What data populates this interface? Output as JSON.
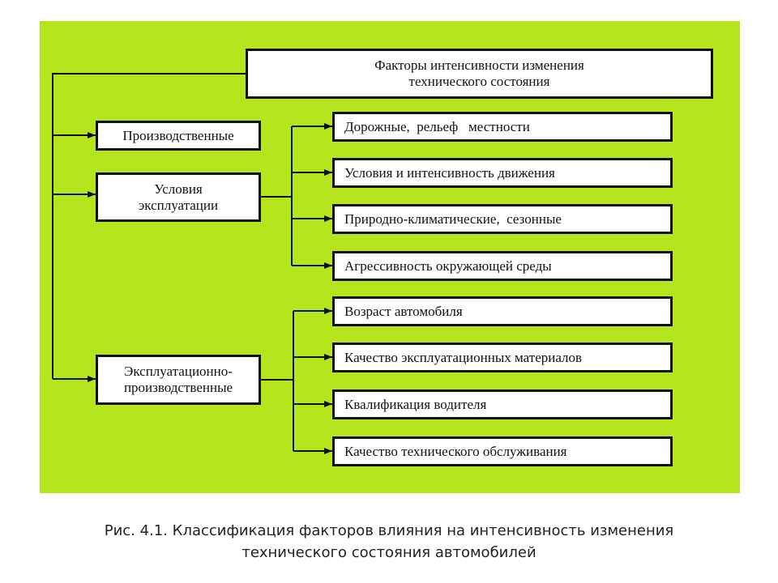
{
  "diagram": {
    "colors": {
      "background": "#b5e61d",
      "box_fill": "#ffffff",
      "line": "#111111"
    },
    "root": {
      "text": "Факторы интенсивности изменения\nтехнического состояния"
    },
    "groups": [
      {
        "text": "Производственные"
      },
      {
        "text": "Условия\nэксплуатации"
      },
      {
        "text": "Эксплуатационно-\nпроизводственные"
      }
    ],
    "operating_factors": [
      {
        "text": "Дорожные,  рельеф   местности"
      },
      {
        "text": "Условия и интенсивность движения"
      },
      {
        "text": "Природно-климатические,  сезонные"
      },
      {
        "text": "Агрессивность окружающей среды"
      }
    ],
    "production_factors": [
      {
        "text": "Возраст автомобиля"
      },
      {
        "text": "Качество эксплуатационных материалов"
      },
      {
        "text": "Квалификация водителя"
      },
      {
        "text": "Качество технического обслуживания"
      }
    ]
  },
  "caption": {
    "text": "Рис. 4.1. Классификация факторов влияния на интенсивность изменения\nтехнического состояния автомобилей"
  }
}
